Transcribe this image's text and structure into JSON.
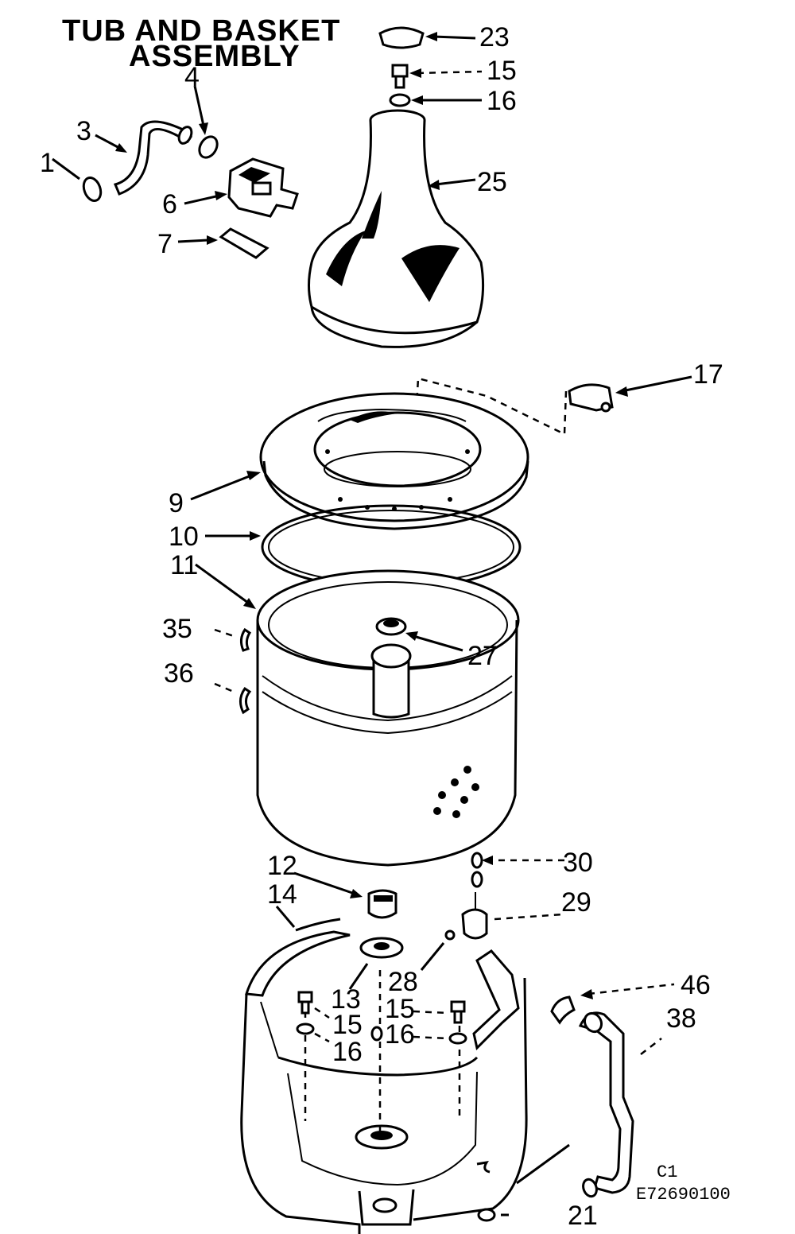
{
  "title": {
    "line1": "TUB AND BASKET",
    "line2": "ASSEMBLY"
  },
  "callouts": {
    "c1": "1",
    "c3": "3",
    "c4": "4",
    "c6": "6",
    "c7": "7",
    "c9": "9",
    "c10": "10",
    "c11": "11",
    "c12": "12",
    "c13": "13",
    "c14": "14",
    "c15a": "15",
    "c15b": "15",
    "c15c": "15",
    "c16a": "16",
    "c16b": "16",
    "c16c": "16",
    "c17": "17",
    "c21": "21",
    "c23": "23",
    "c25": "25",
    "c27": "27",
    "c28": "28",
    "c29": "29",
    "c30": "30",
    "c35": "35",
    "c36": "36",
    "c38": "38",
    "c46": "46"
  },
  "footer": {
    "code1": "C1",
    "code2": "E72690100"
  }
}
